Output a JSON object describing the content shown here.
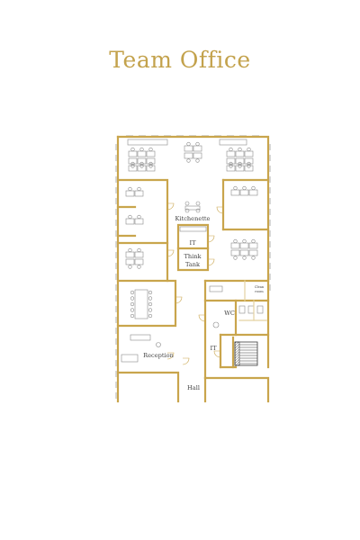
{
  "title": "Team Office",
  "colors": {
    "title": "#c3a24c",
    "wall": "#c9a54c",
    "wall_light": "#e4d2a2",
    "furniture": "#8a8a8a",
    "window": "#d8d8d8",
    "hatch": "#3a3a3a"
  },
  "rooms": {
    "kitchenette": "Kitchenette",
    "it_top": "IT",
    "think_tank_1": "Think",
    "think_tank_2": "Tank",
    "wc": "WC",
    "it_bottom": "IT",
    "reception": "Reception",
    "hall": "Hall",
    "cleaner_1": "Clean",
    "cleaner_2": "room"
  }
}
